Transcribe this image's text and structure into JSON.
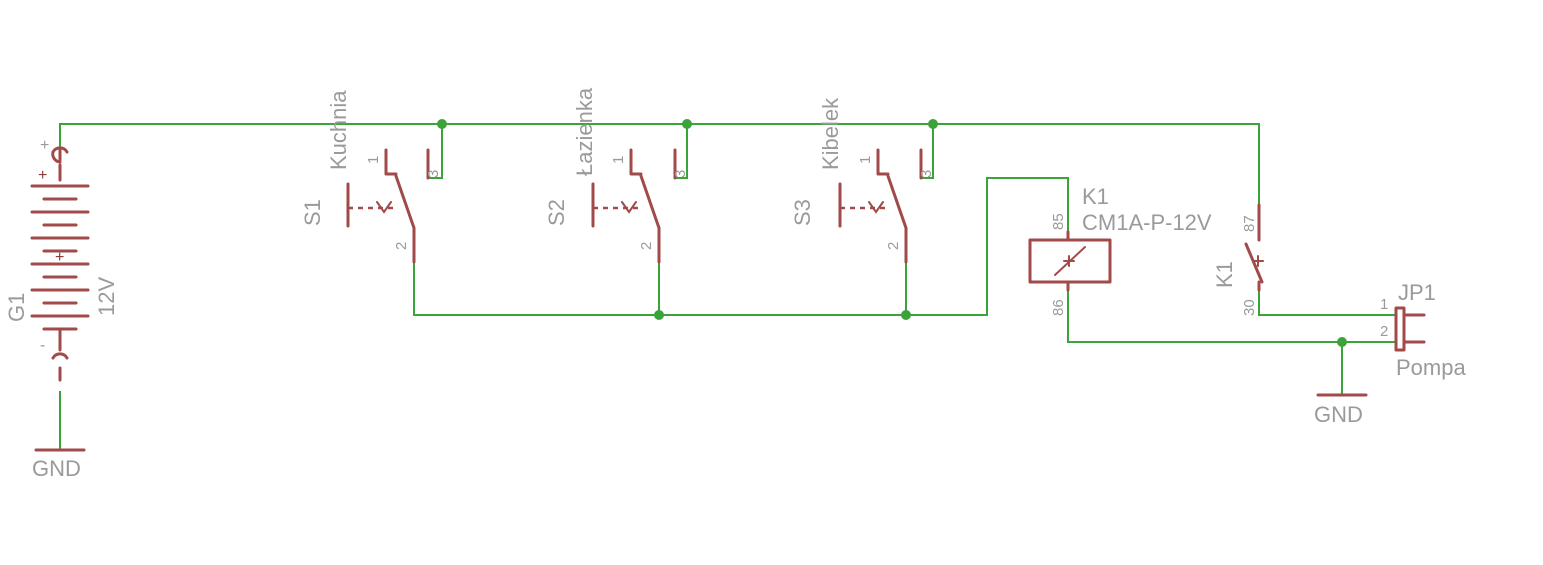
{
  "battery": {
    "ref": "G1",
    "value": "12V",
    "plus": "+",
    "minus": "-"
  },
  "switches": [
    {
      "ref": "S1",
      "name": "Kuchnia",
      "pin1": "1",
      "pin2": "2",
      "pin3": "3"
    },
    {
      "ref": "S2",
      "name": "Łazienka",
      "pin1": "1",
      "pin2": "2",
      "pin3": "3"
    },
    {
      "ref": "S3",
      "name": "Kibelek",
      "pin1": "1",
      "pin2": "2",
      "pin3": "3"
    }
  ],
  "relay": {
    "ref": "K1",
    "part": "CM1A-P-12V",
    "coil_pin_top": "85",
    "coil_pin_bottom": "86",
    "contact_ref": "K1",
    "contact_pin_top": "87",
    "contact_pin_bottom": "30"
  },
  "connector": {
    "ref": "JP1",
    "name": "Pompa",
    "pin1": "1",
    "pin2": "2"
  },
  "ground_labels": [
    "GND",
    "GND"
  ],
  "colors": {
    "wire": "#3aa33a",
    "symbol": "#a14a4a",
    "label": "#9a9a9a"
  }
}
